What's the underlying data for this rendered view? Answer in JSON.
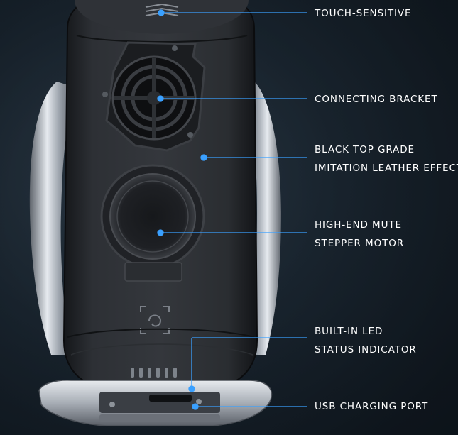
{
  "callouts": {
    "touch_sensitive": {
      "line1": "TOUCH-SENSITIVE"
    },
    "connecting_bracket": {
      "line1": "CONNECTING BRACKET"
    },
    "leather_effect": {
      "line1": "BLACK TOP GRADE",
      "line2": "IMITATION LEATHER EFFECT"
    },
    "stepper_motor": {
      "line1": "HIGH-END MUTE",
      "line2": "STEPPER MOTOR"
    },
    "led_indicator": {
      "line1": "BUILT-IN LED",
      "line2": "STATUS INDICATOR"
    },
    "usb_port": {
      "line1": "USB CHARGING PORT"
    }
  },
  "colors": {
    "background": "#1d2a36",
    "leader_line": "#3aa0ff",
    "label_text": "#ffffff",
    "body_leather": "#26282c",
    "chrome_arm": "#c9ced6"
  }
}
